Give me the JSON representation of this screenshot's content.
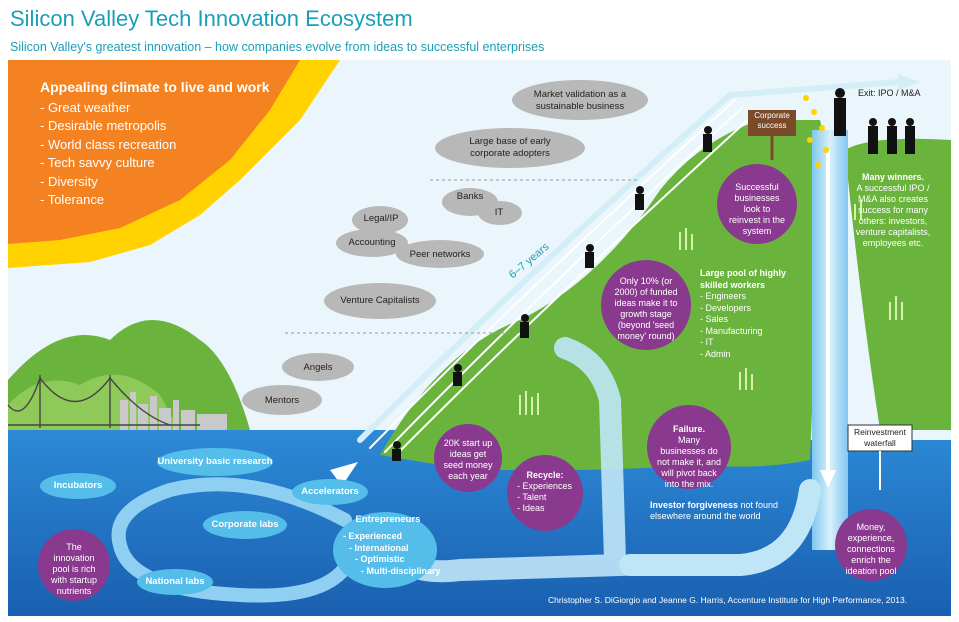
{
  "header": {
    "title": "Silicon Valley Tech Innovation Ecosystem",
    "subtitle": "Silicon Valley's greatest innovation – how companies evolve from ideas to successful enterprises"
  },
  "climate": {
    "heading": "Appealing climate to live and work",
    "items": [
      "- Great weather",
      "- Desirable metropolis",
      "- World class recreation",
      "- Tech savvy culture",
      "- Diversity",
      "- Tolerance"
    ]
  },
  "clouds": {
    "market_validation": "Market validation as a sustainable business",
    "early_adopters": "Large base of early corporate adopters",
    "banks": "Banks",
    "it": "IT",
    "legal": "Legal/IP",
    "accounting": "Accounting",
    "peer_networks": "Peer networks",
    "venture_capitalists": "Venture Capitalists",
    "angels": "Angels",
    "mentors": "Mentors"
  },
  "arrow_label": "6–7 years",
  "signs": {
    "corporate_success": "Corporate success",
    "exit": "Exit: IPO / M&A",
    "reinvestment": "Reinvestment waterfall"
  },
  "bubbles": {
    "successful_businesses": "Successful businesses look to reinvest in the system",
    "only_10": "Only 10% (or 2000) of funded ideas make it to growth stage (beyond 'seed money' round)",
    "twenty_k": "20K start up ideas get seed money each year",
    "recycle_title": "Recycle:",
    "recycle_items": [
      "- Experiences",
      "- Talent",
      "- Ideas"
    ],
    "failure_title": "Failure.",
    "failure_body": "Many businesses do not make it, and will pivot back into the mix.",
    "innovation_pool": "The innovation pool is rich with startup nutrients",
    "money": "Money, experience, connections enrich the ideation pool"
  },
  "workers": {
    "title": "Large pool of highly skilled workers",
    "items": [
      "- Engineers",
      "- Developers",
      "- Sales",
      "- Manufacturing",
      "- IT",
      "- Admin"
    ]
  },
  "winners": {
    "title": "Many winners.",
    "body": "A successful IPO / M&A also creates success for many others: investors, venture capitalists, employees etc."
  },
  "forgiveness": {
    "bold": "Investor forgiveness",
    "rest": " not found elsewhere around the world"
  },
  "pool": {
    "university": "University basic research",
    "incubators": "Incubators",
    "accelerators": "Accelerators",
    "corporate_labs": "Corporate labs",
    "entrepreneurs": "Entrepreneurs",
    "entrepreneur_traits": [
      "- Experienced",
      "- International",
      "- Optimistic",
      "- Multi-disciplinary"
    ],
    "national_labs": "National labs"
  },
  "credit": "Christopher S. DiGiorgio and Jeanne G. Harris, Accenture Institute for High Performance, 2013.",
  "colors": {
    "teal": "#1a9fb8",
    "sun_orange": "#f58220",
    "sun_yellow": "#ffd200",
    "green": "#6ab43e",
    "water": "#1e6fc1",
    "purple": "#8a3a8e",
    "cloud": "#b8b8b8"
  }
}
